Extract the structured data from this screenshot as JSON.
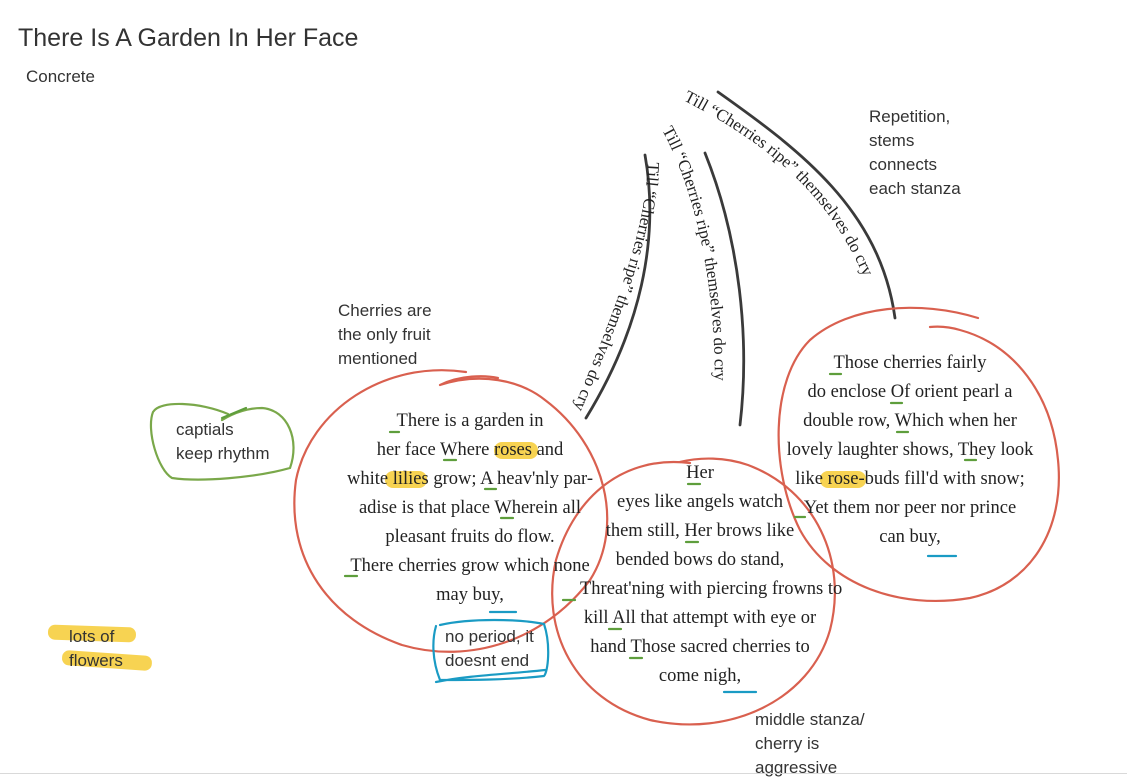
{
  "document": {
    "title": "There Is A Garden In Her Face",
    "subtitle": "Concrete"
  },
  "notes": {
    "repetition": [
      "Repetition,",
      "stems",
      "connects",
      "each stanza"
    ],
    "cherries_fruit": [
      "Cherries are",
      "the only fruit",
      "mentioned"
    ],
    "capitals": [
      "captials",
      "keep rhythm"
    ],
    "flowers": [
      "lots of",
      "flowers"
    ],
    "no_period": [
      "no period, it",
      "doesnt end"
    ],
    "middle_stanza": [
      "middle stanza/",
      "cherry is",
      "aggressive"
    ]
  },
  "stems": {
    "refrain": "Till “Cherries ripe” themselves do cry"
  },
  "poem": {
    "stanza1": [
      "There is a garden in",
      "her face Where roses and",
      "white lilies grow; A heav'nly par-",
      "adise is that place Wherein all",
      "pleasant fruits do flow.",
      "There cherries grow which none",
      "may buy,"
    ],
    "stanza2": [
      "Her",
      "eyes like angels watch",
      "them still, Her brows like",
      "bended bows do stand,",
      "Threat'ning with piercing frowns to",
      "kill All that attempt with eye or",
      "hand Those sacred cherries to",
      "come nigh,"
    ],
    "stanza3": [
      "Those cherries fairly",
      "do enclose Of orient pearl a",
      "double row, Which when her",
      "lovely laughter shows, They look",
      "like rose-buds fill'd with snow;",
      "Yet them nor peer nor prince",
      "can buy,"
    ]
  },
  "colors": {
    "circle": "#d9604f",
    "capitals_box": "#7aa84a",
    "highlight": "#f5c518",
    "period_box": "#1a9bc4",
    "stem": "#3a3a3a",
    "underline_green": "#5e9e3c",
    "underline_blue": "#1a9bc4"
  }
}
